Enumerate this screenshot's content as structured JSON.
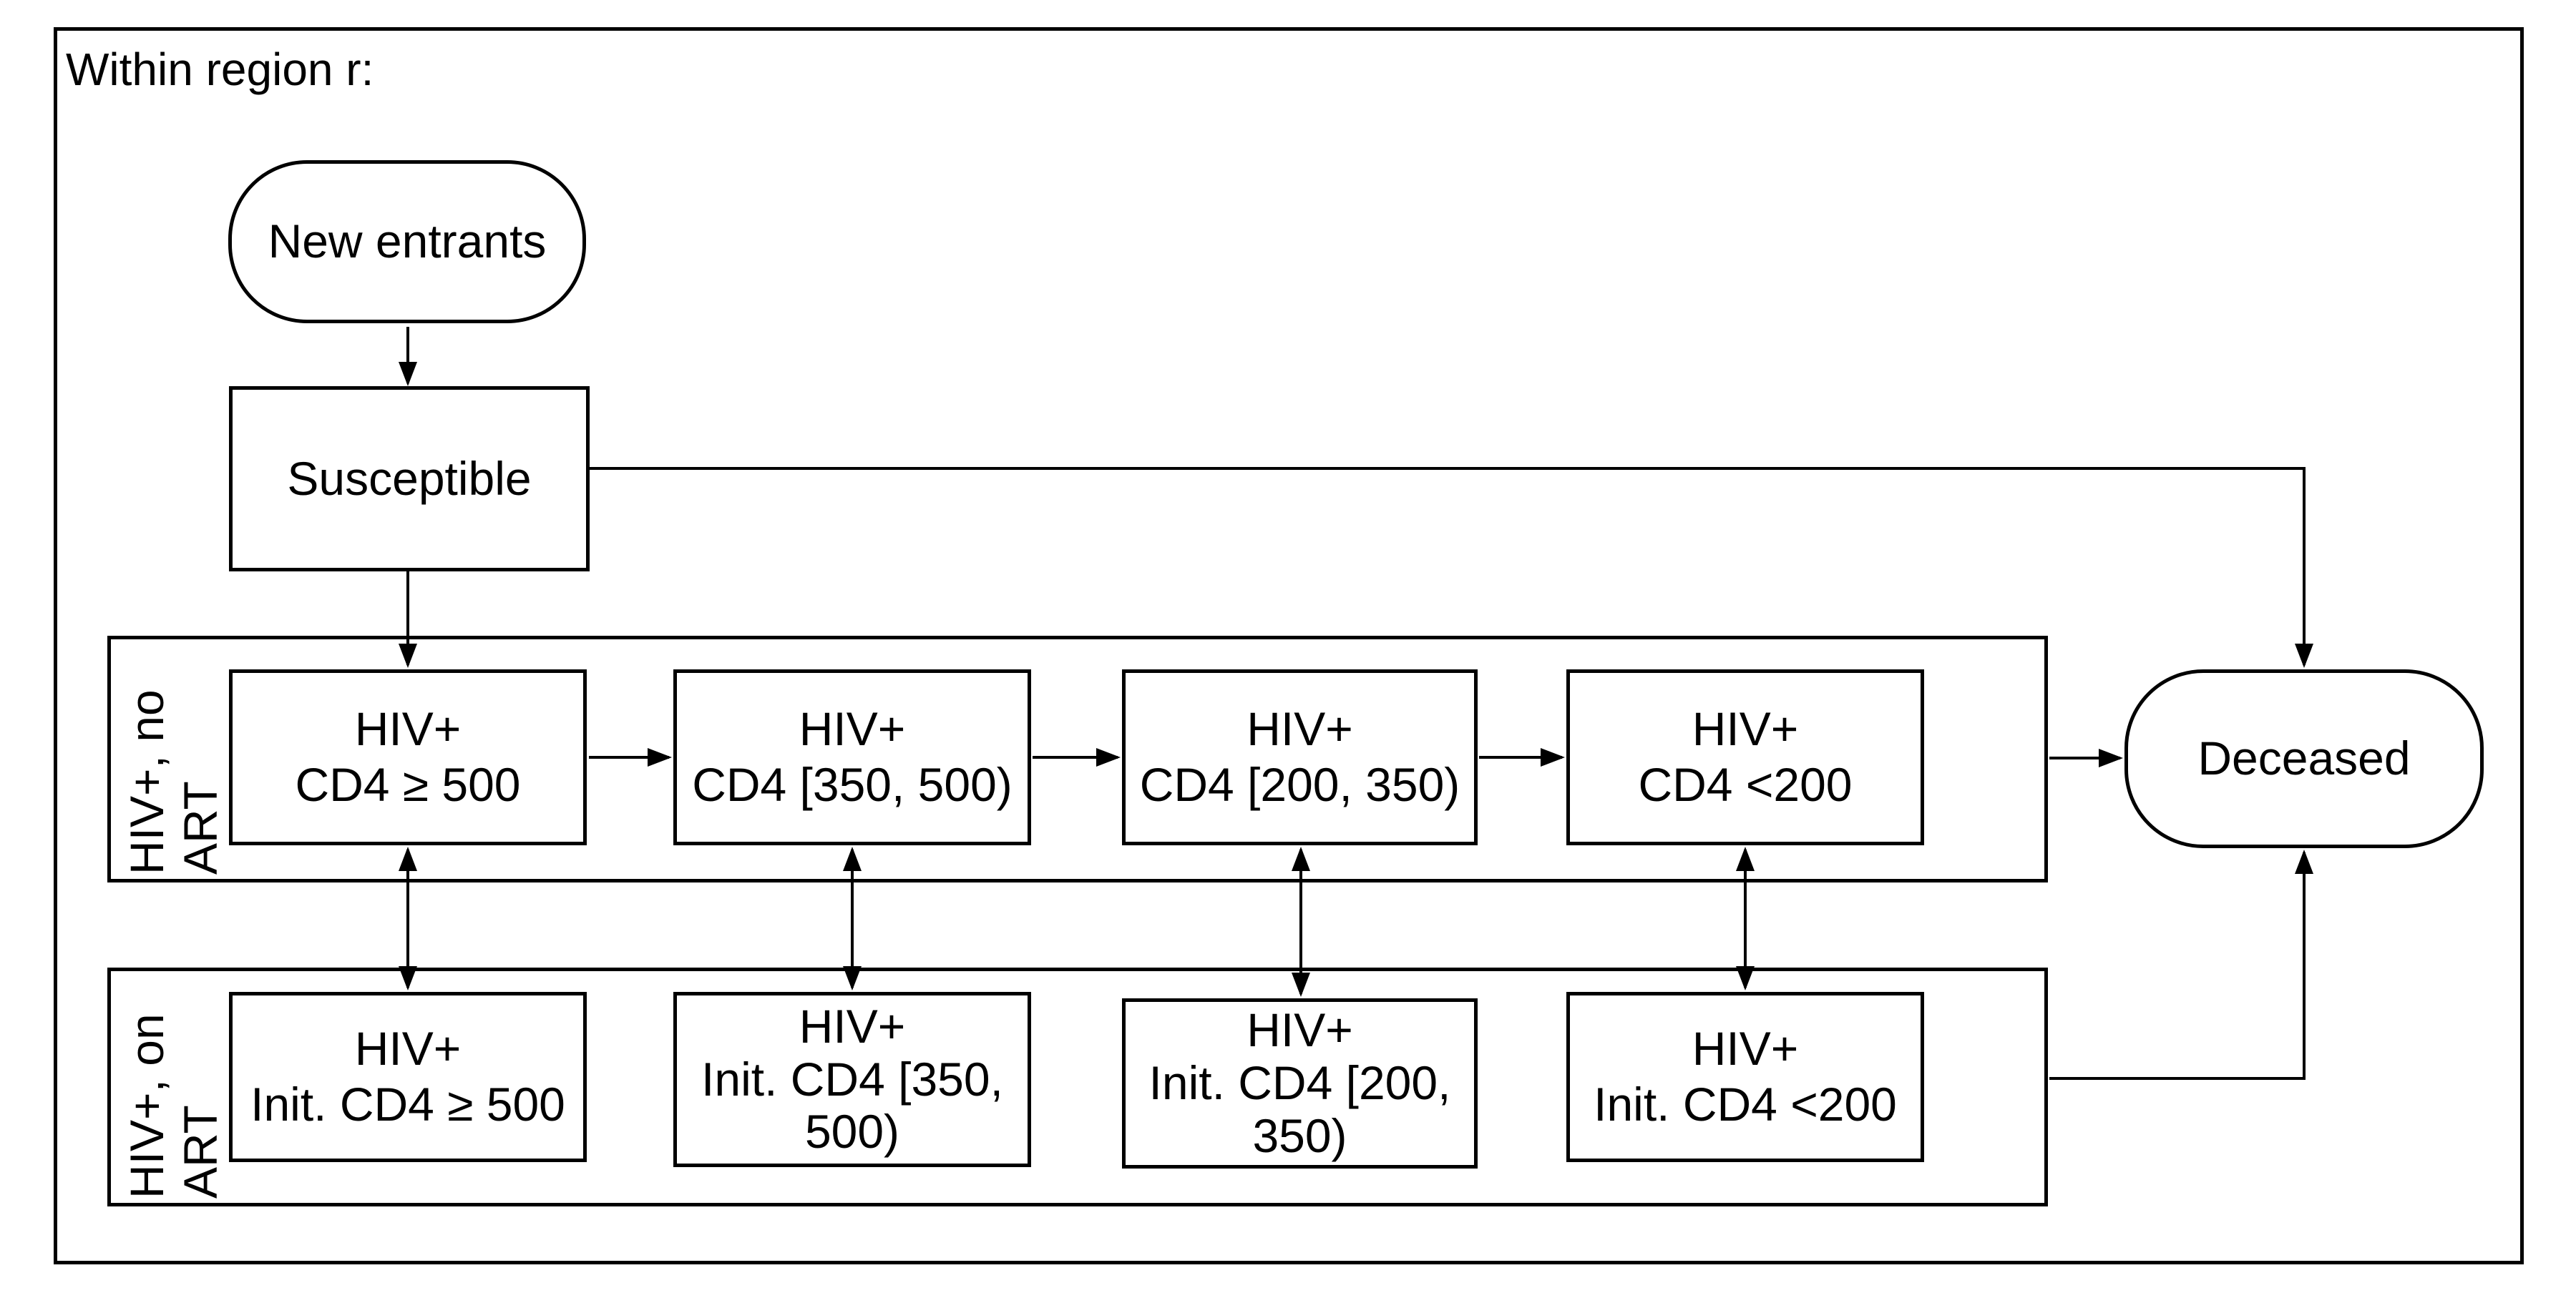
{
  "title": "Within region r:",
  "colors": {
    "line": "#000000",
    "background": "#ffffff"
  },
  "flow": {
    "entry": {
      "new_entrants": {
        "label": "New entrants"
      },
      "susceptible": {
        "label": "Susceptible"
      }
    },
    "no_art_group": {
      "label_lines": [
        "HIV+, no",
        "ART"
      ],
      "boxes": [
        {
          "lines": [
            "HIV+",
            "CD4 ≥ 500"
          ]
        },
        {
          "lines": [
            "HIV+",
            "CD4 [350, 500)"
          ]
        },
        {
          "lines": [
            "HIV+",
            "CD4 [200, 350)"
          ]
        },
        {
          "lines": [
            "HIV+",
            "CD4 <200"
          ]
        }
      ]
    },
    "on_art_group": {
      "label_lines": [
        "HIV+, on",
        "ART"
      ],
      "boxes": [
        {
          "lines": [
            "HIV+",
            "Init. CD4 ≥ 500"
          ]
        },
        {
          "lines": [
            "HIV+",
            "Init. CD4 [350,",
            "500)"
          ]
        },
        {
          "lines": [
            "HIV+",
            "Init. CD4 [200,",
            "350)"
          ]
        },
        {
          "lines": [
            "HIV+",
            "Init. CD4 <200"
          ]
        }
      ]
    },
    "terminal": {
      "deceased": {
        "label": "Deceased"
      }
    }
  }
}
